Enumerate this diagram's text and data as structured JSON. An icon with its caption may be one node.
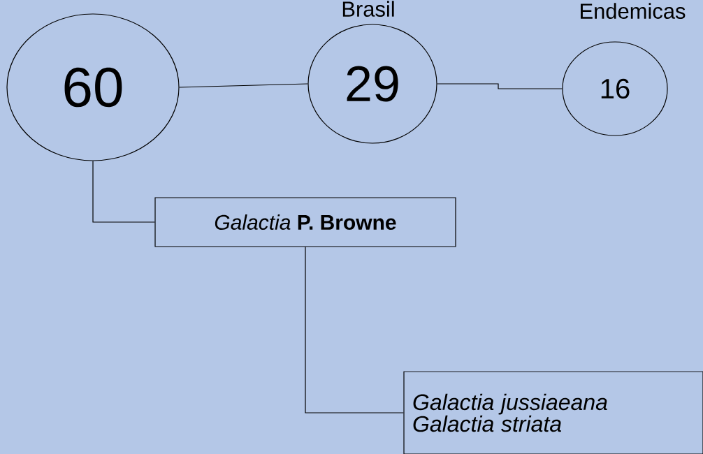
{
  "diagram": {
    "nodes": [
      {
        "text": [
          "60"
        ]
      },
      {
        "text": [
          "29"
        ],
        "beside": [
          "Brasil"
        ]
      },
      {
        "text": [
          "16"
        ],
        "beside": [
          "Endemicas"
        ]
      },
      {
        "text": [
          "*Galactia* **P. Browne**"
        ]
      },
      {
        "text": [
          "Galactia jussiaeana",
          "Galactia striata"
        ]
      }
    ],
    "edges": [
      {
        "from": 0,
        "to": 1,
        "arrow": "none"
      },
      {
        "from": 1,
        "to": 2,
        "arrow": "none"
      },
      {
        "from": 0,
        "to": 3,
        "arrow": "none"
      },
      {
        "from": 3,
        "to": 4,
        "arrow": "none"
      }
    ]
  }
}
